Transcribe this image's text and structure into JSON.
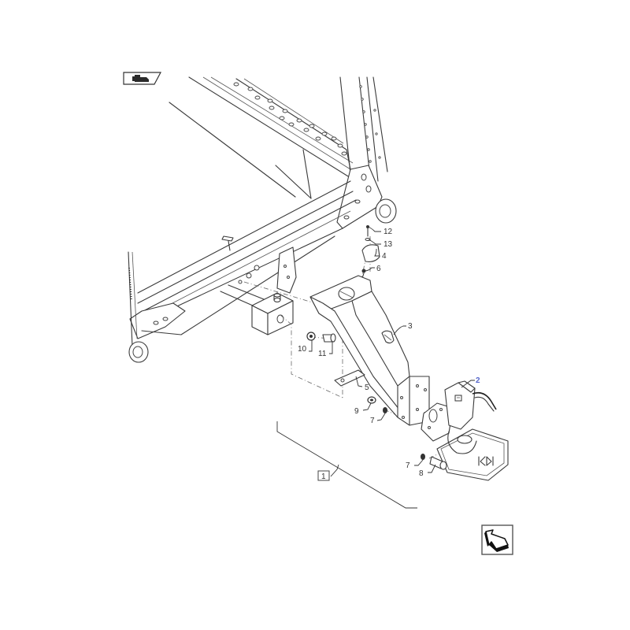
{
  "diagram": {
    "type": "exploded-parts-diagram",
    "subject": "Towing hitch assembly mounted to frame",
    "top_icon": {
      "name": "vehicle-section-icon",
      "shape": "parallelogram tab with tractor glyph"
    },
    "bottom_icon": {
      "name": "return-arrow-icon",
      "shape": "boxed 3D curved arrow"
    },
    "assembly_label": "1",
    "callouts": [
      {
        "id": "12",
        "label": "12",
        "part": "bolt (top)"
      },
      {
        "id": "13",
        "label": "13",
        "part": "washer"
      },
      {
        "id": "4",
        "label": "4",
        "part": "cap / cover"
      },
      {
        "id": "6",
        "label": "6",
        "part": "pin"
      },
      {
        "id": "3",
        "label": "3",
        "part": "drawbar bracket"
      },
      {
        "id": "10",
        "label": "10",
        "part": "nut"
      },
      {
        "id": "11",
        "label": "11",
        "part": "bolt"
      },
      {
        "id": "5",
        "label": "5",
        "part": "plate"
      },
      {
        "id": "9",
        "label": "9",
        "part": "nut"
      },
      {
        "id": "7a",
        "label": "7",
        "part": "washer"
      },
      {
        "id": "2",
        "label": "2",
        "part": "tow hitch coupling",
        "highlight": true
      },
      {
        "id": "7b",
        "label": "7",
        "part": "washer"
      },
      {
        "id": "8",
        "label": "8",
        "part": "bolt"
      }
    ],
    "colors": {
      "line": "#3a3a3a",
      "background": "#ffffff",
      "highlight_callout": "#5566cc"
    }
  }
}
